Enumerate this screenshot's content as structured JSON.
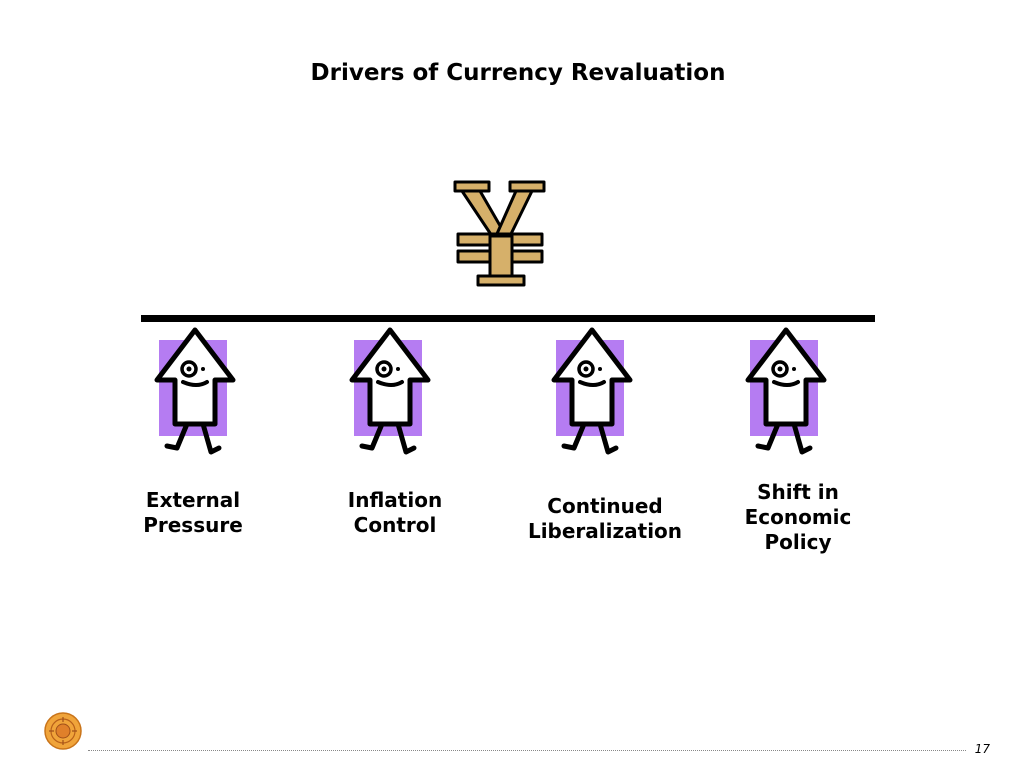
{
  "slide": {
    "title": "Drivers of Currency Revaluation",
    "currency_symbol": "¥",
    "page_number": "17"
  },
  "drivers": [
    {
      "label": "External\nPressure"
    },
    {
      "label": "Inflation\nControl"
    },
    {
      "label": "Continued\nLiberalization"
    },
    {
      "label": "Shift in\nEconomic\nPolicy"
    }
  ],
  "colors": {
    "yen_fill": "#d6b06a",
    "arrow_purple": "#b57cf2",
    "logo_orange": "#f0a43a"
  }
}
